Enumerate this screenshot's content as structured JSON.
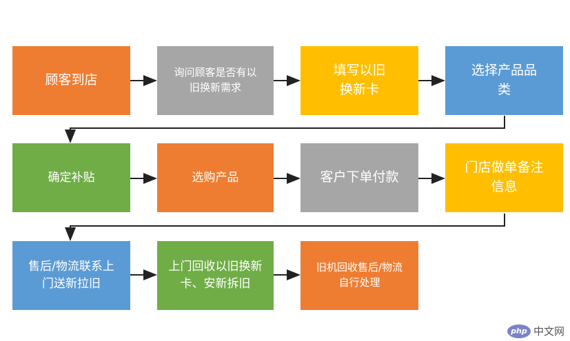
{
  "flow": {
    "row1": [
      {
        "label": "顾客到店",
        "color": "#ef7d31"
      },
      {
        "label": "询问顾客是否有以旧换新需求",
        "color": "#a6a6a6"
      },
      {
        "label": "填写以旧换新卡",
        "color": "#ffbf00"
      },
      {
        "label": "选择产品品类",
        "color": "#5b9bd5"
      }
    ],
    "row2": [
      {
        "label": "确定补贴",
        "color": "#70ad47"
      },
      {
        "label": "选购产品",
        "color": "#ef7d31"
      },
      {
        "label": "客户下单付款",
        "color": "#a6a6a6"
      },
      {
        "label": "门店做单备注信息",
        "color": "#ffbf00"
      }
    ],
    "row3": [
      {
        "label": "售后/物流联系上门送新拉旧",
        "color": "#5b9bd5"
      },
      {
        "label": "上门回收以旧换新卡、安新拆旧",
        "color": "#70ad47"
      },
      {
        "label": "旧机回收售后/物流自行处理",
        "color": "#ef7d31"
      }
    ]
  },
  "watermark": {
    "logo": "php",
    "text": "中文网"
  }
}
